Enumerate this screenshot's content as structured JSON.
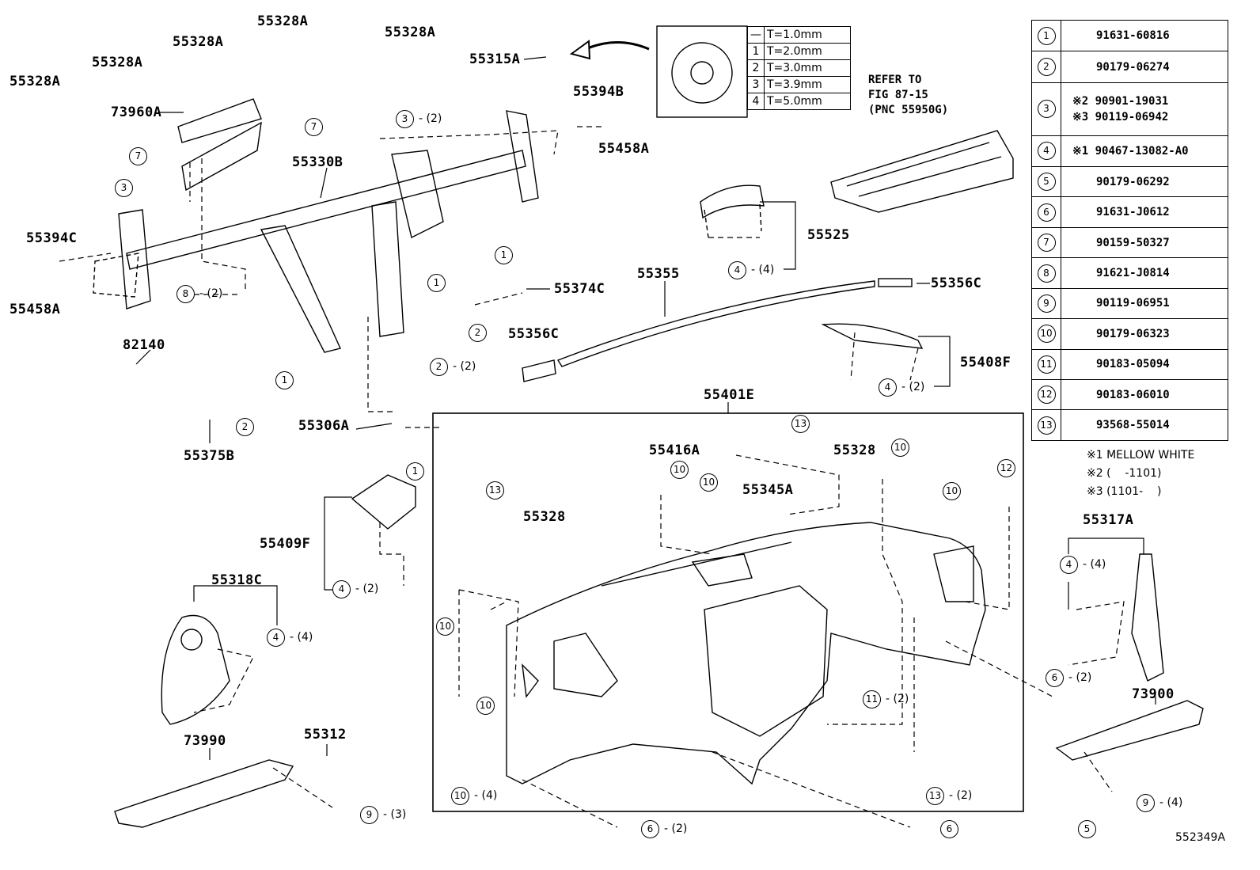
{
  "diagram_code": "552349A",
  "refer_note": "REFER TO\nFIG 87-15\n(PNC 55950G)",
  "thickness_table": {
    "rows": [
      {
        "key": "—",
        "value": "T=1.0mm"
      },
      {
        "key": "1",
        "value": "T=2.0mm"
      },
      {
        "key": "2",
        "value": "T=3.0mm"
      },
      {
        "key": "3",
        "value": "T=3.9mm"
      },
      {
        "key": "4",
        "value": "T=5.0mm"
      }
    ]
  },
  "parts_table": [
    {
      "index": "1",
      "number": "91631-60816"
    },
    {
      "index": "2",
      "number": "90179-06274"
    },
    {
      "index": "3",
      "number": "※2 90901-19031\n※3 90119-06942"
    },
    {
      "index": "4",
      "number": "※1 90467-13082-A0"
    },
    {
      "index": "5",
      "number": "90179-06292"
    },
    {
      "index": "6",
      "number": "91631-J0612"
    },
    {
      "index": "7",
      "number": "90159-50327"
    },
    {
      "index": "8",
      "number": "91621-J0814"
    },
    {
      "index": "9",
      "number": "90119-06951"
    },
    {
      "index": "10",
      "number": "90179-06323"
    },
    {
      "index": "11",
      "number": "90183-05094"
    },
    {
      "index": "12",
      "number": "90183-06010"
    },
    {
      "index": "13",
      "number": "93568-55014"
    }
  ],
  "notes": [
    "※1 MELLOW WHITE",
    "※2 (    -1101)",
    "※3 (1101-    )"
  ],
  "part_labels": [
    "55328A",
    "55328A",
    "55328A",
    "55328A",
    "55328A",
    "73960A",
    "55315A",
    "55394B",
    "55458A",
    "55330B",
    "55394C",
    "55458A",
    "82140",
    "55525",
    "55355",
    "55356C",
    "55374C",
    "55356C",
    "55408F",
    "55401E",
    "55306A",
    "55375B",
    "55416A",
    "55328",
    "55345A",
    "55328",
    "55409F",
    "55318C",
    "55317A",
    "73900",
    "73990",
    "55312"
  ],
  "callouts": [
    {
      "n": "3",
      "qty": "- (2)"
    },
    {
      "n": "7",
      "qty": ""
    },
    {
      "n": "7",
      "qty": ""
    },
    {
      "n": "3",
      "qty": ""
    },
    {
      "n": "1",
      "qty": ""
    },
    {
      "n": "4",
      "qty": "- (4)"
    },
    {
      "n": "8",
      "qty": "- (2)"
    },
    {
      "n": "1",
      "qty": ""
    },
    {
      "n": "2",
      "qty": ""
    },
    {
      "n": "1",
      "qty": ""
    },
    {
      "n": "2",
      "qty": "- (2)"
    },
    {
      "n": "4",
      "qty": "- (2)"
    },
    {
      "n": "2",
      "qty": ""
    },
    {
      "n": "1",
      "qty": ""
    },
    {
      "n": "13",
      "qty": ""
    },
    {
      "n": "10",
      "qty": ""
    },
    {
      "n": "12",
      "qty": ""
    },
    {
      "n": "10",
      "qty": ""
    },
    {
      "n": "10",
      "qty": ""
    },
    {
      "n": "10",
      "qty": ""
    },
    {
      "n": "13",
      "qty": ""
    },
    {
      "n": "4",
      "qty": "- (2)"
    },
    {
      "n": "4",
      "qty": "- (4)"
    },
    {
      "n": "4",
      "qty": "- (4)"
    },
    {
      "n": "10",
      "qty": ""
    },
    {
      "n": "10",
      "qty": ""
    },
    {
      "n": "6",
      "qty": "- (2)"
    },
    {
      "n": "11",
      "qty": "- (2)"
    },
    {
      "n": "10",
      "qty": "- (4)"
    },
    {
      "n": "13",
      "qty": "- (2)"
    },
    {
      "n": "9",
      "qty": "- (4)"
    },
    {
      "n": "9",
      "qty": "- (3)"
    },
    {
      "n": "6",
      "qty": "- (2)"
    },
    {
      "n": "6",
      "qty": ""
    },
    {
      "n": "5",
      "qty": ""
    }
  ]
}
